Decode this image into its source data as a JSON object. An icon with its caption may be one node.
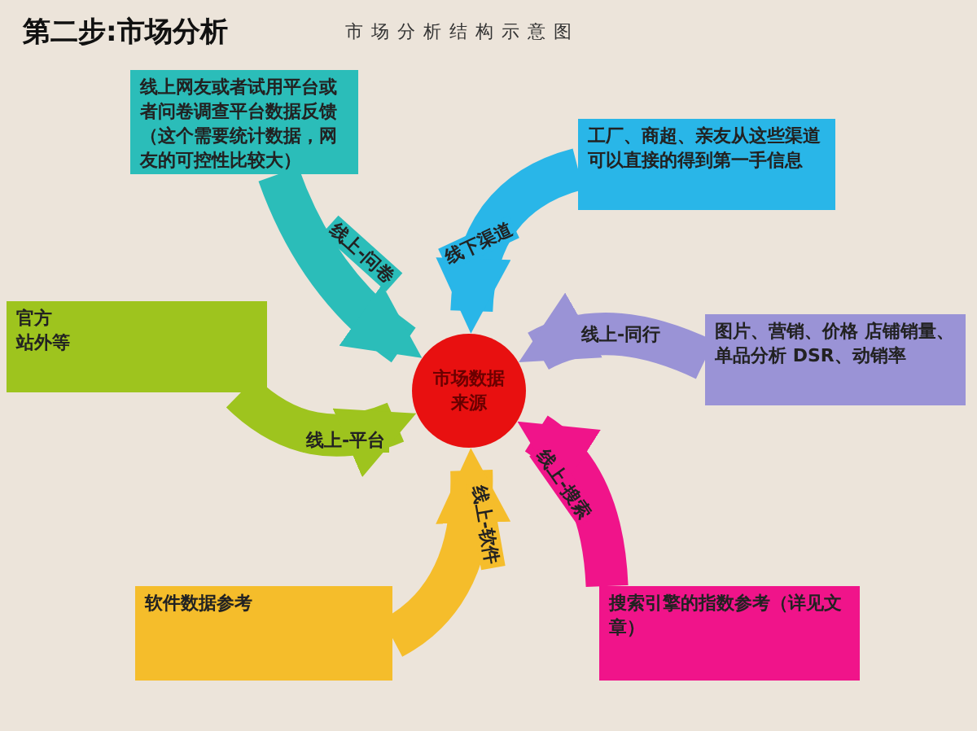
{
  "diagram": {
    "title": "第二步:市场分析",
    "nodes": [
      {
        "text": [
          "市场数据来源"
        ]
      },
      {
        "text": [
          "线上网友或者试用平台或者问卷调查平台数据反馈（这个需要统计数据，网友的可控性比较大）"
        ]
      },
      {
        "text": [
          "工厂、商超、亲友从这些渠道可以直接的得到第一手信息"
        ]
      },
      {
        "text": [
          "图片、营销、价格 店铺销量、单品分析 DSR、动销率"
        ]
      },
      {
        "text": [
          "官方",
          "站外等"
        ]
      },
      {
        "text": [
          "软件数据参考"
        ]
      },
      {
        "text": [
          "搜索引擎的指数参考（详见文章）"
        ]
      }
    ],
    "edges": [
      {
        "from": 1,
        "to": 0,
        "arrow": "to",
        "label": "线上-问卷",
        "color": "#2bbdb9"
      },
      {
        "from": 2,
        "to": 0,
        "arrow": "to",
        "label": "线下渠道",
        "color": "#29b6e8"
      },
      {
        "from": 3,
        "to": 0,
        "arrow": "to",
        "label": "线上-同行",
        "color": "#9a93d6"
      },
      {
        "from": 4,
        "to": 0,
        "arrow": "to",
        "label": "线上-平台",
        "color": "#9ec41e"
      },
      {
        "from": 5,
        "to": 0,
        "arrow": "to",
        "label": "线上-软件",
        "color": "#f5bd2b"
      },
      {
        "from": 6,
        "to": 0,
        "arrow": "to",
        "label": "线上-搜索",
        "color": "#f0148a"
      }
    ],
    "labels": [
      "市场分析结构示意图"
    ]
  }
}
